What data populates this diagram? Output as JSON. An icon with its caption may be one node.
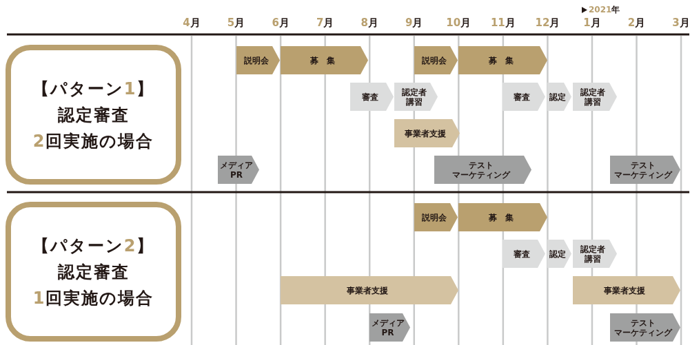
{
  "diagram": {
    "nodes": [
      {
        "text": [
          "【パターン1】",
          "認定審査",
          "2回実施の場合"
        ]
      },
      {
        "text": [
          "説明会"
        ]
      },
      {
        "text": [
          "募　集"
        ]
      },
      {
        "text": [
          "説明会"
        ]
      },
      {
        "text": [
          "募　集"
        ]
      },
      {
        "text": [
          "審査"
        ]
      },
      {
        "text": [
          "認定者",
          "講習"
        ]
      },
      {
        "text": [
          "審査"
        ]
      },
      {
        "text": [
          "認定"
        ]
      },
      {
        "text": [
          "認定者",
          "講習"
        ]
      },
      {
        "text": [
          "事業者支援"
        ]
      },
      {
        "text": [
          "メディア",
          "PR"
        ]
      },
      {
        "text": [
          "テスト",
          "マーケティング"
        ]
      },
      {
        "text": [
          "テスト",
          "マーケティング"
        ]
      },
      {
        "text": [
          "【パターン2】",
          "認定審査",
          "1回実施の場合"
        ]
      },
      {
        "text": [
          "説明会"
        ]
      },
      {
        "text": [
          "募　集"
        ]
      },
      {
        "text": [
          "審査"
        ]
      },
      {
        "text": [
          "認定"
        ]
      },
      {
        "text": [
          "認定者",
          "講習"
        ]
      },
      {
        "text": [
          "事業者支援"
        ]
      },
      {
        "text": [
          "事業者支援"
        ]
      },
      {
        "text": [
          "メディア",
          "PR"
        ]
      },
      {
        "text": [
          "テスト",
          "マーケティング"
        ]
      }
    ],
    "labels": [
      "2021年",
      "4月",
      "5月",
      "6月",
      "7月",
      "8月",
      "9月",
      "10月",
      "11月",
      "12月",
      "1月",
      "2月",
      "3月"
    ]
  }
}
